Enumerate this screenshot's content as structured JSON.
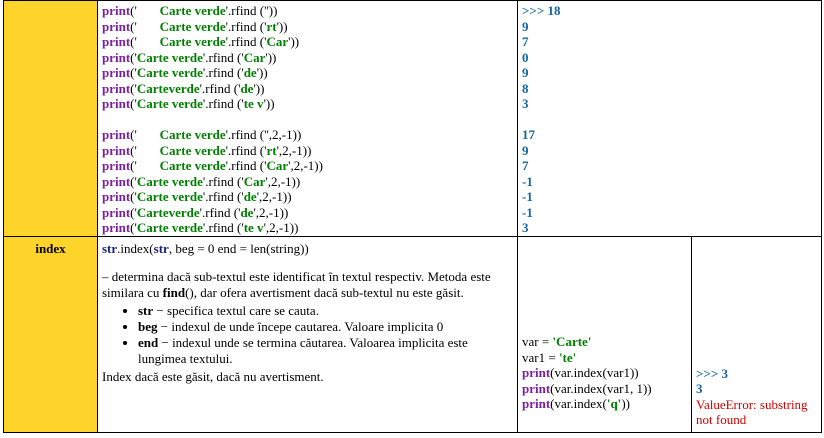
{
  "rfind_block": {
    "lines": [
      {
        "pre": "print",
        "a": "('       ",
        "s1": "Carte verde",
        "b": "'.rfind ('",
        "s2": "",
        "c": "'))"
      },
      {
        "pre": "print",
        "a": "('       ",
        "s1": "Carte verde",
        "b": "'.rfind ('",
        "s2": "rt",
        "c": "'))"
      },
      {
        "pre": "print",
        "a": "('       ",
        "s1": "Carte verde",
        "b": "'.rfind ('",
        "s2": "Car",
        "c": "'))"
      },
      {
        "pre": "print",
        "a": "('",
        "s1": "Carte verde",
        "b": "'.rfind ('",
        "s2": "Car",
        "c": "'))"
      },
      {
        "pre": "print",
        "a": "('",
        "s1": "Carte verde",
        "b": "'.rfind ('",
        "s2": "de",
        "c": "'))"
      },
      {
        "pre": "print",
        "a": "('",
        "s1": "Carteverde",
        "b": "'.rfind ('",
        "s2": "de",
        "c": "'))"
      },
      {
        "pre": "print",
        "a": "('",
        "s1": "Carte verde",
        "b": "'.rfind ('",
        "s2": "te v",
        "c": "'))"
      }
    ],
    "outputs": [
      ">>> 18",
      "9",
      "7",
      "0",
      "9",
      "8",
      "3"
    ],
    "lines2": [
      {
        "pre": "print",
        "a": "('       ",
        "s1": "Carte verde",
        "b": "'.rfind ('",
        "s2": "",
        "c": "',2,-1))"
      },
      {
        "pre": "print",
        "a": "('       ",
        "s1": "Carte verde",
        "b": "'.rfind ('",
        "s2": "rt",
        "c": "',2,-1))"
      },
      {
        "pre": "print",
        "a": "('       ",
        "s1": "Carte verde",
        "b": "'.rfind ('",
        "s2": "Car",
        "c": "',2,-1))"
      },
      {
        "pre": "print",
        "a": "('",
        "s1": "Carte verde",
        "b": "'.rfind ('",
        "s2": "Car",
        "c": "',2,-1))"
      },
      {
        "pre": "print",
        "a": "('",
        "s1": "Carte verde",
        "b": "'.rfind ('",
        "s2": "de",
        "c": "',2,-1))"
      },
      {
        "pre": "print",
        "a": "('",
        "s1": "Carteverde",
        "b": "'.rfind ('",
        "s2": "de",
        "c": "',2,-1))"
      },
      {
        "pre": "print",
        "a": "('",
        "s1": "Carte verde",
        "b": "'.rfind ('",
        "s2": "te v",
        "c": "',2,-1))"
      }
    ],
    "outputs2": [
      "17",
      "9",
      "7",
      "-1",
      "-1",
      "-1",
      "3"
    ]
  },
  "index_block": {
    "name": "index",
    "signature": {
      "str1": "str",
      "mid": ".index(",
      "str2": "str",
      "rest": ", beg = 0 end = len(string))"
    },
    "desc1": "– determina dacă sub-textul este identificat în textul respectiv. Metoda este similara cu ",
    "desc_find": "find",
    "desc2": "(), dar ofera avertisment dacă sub-textul nu este găsit.",
    "params": [
      {
        "name": "str",
        "text": " − specifica textul care se cauta."
      },
      {
        "name": "beg",
        "text": " − indexul de unde începe cautarea. Valoare implicita 0"
      },
      {
        "name": "end",
        "text": " − indexul unde se termina căutarea. Valoarea implicita este lungimea textului."
      }
    ],
    "footer": "Index dacă este găsit, dacă nu avertisment.",
    "code": {
      "l1_pre": "var = ",
      "l1_str": "'Carte'",
      "l2_pre": "var1 = ",
      "l2_str": "'te'",
      "l3_kw": "print",
      "l3_rest": "(var.index(var1))",
      "l4_kw": "print",
      "l4_rest": "(var.index(var1, 1))",
      "l5_kw": "print",
      "l5_a": "(var.index(",
      "l5_str": "'q'",
      "l5_b": "))"
    },
    "out1": ">>> 3",
    "out2": "3",
    "error": "ValueError: substring not found"
  }
}
